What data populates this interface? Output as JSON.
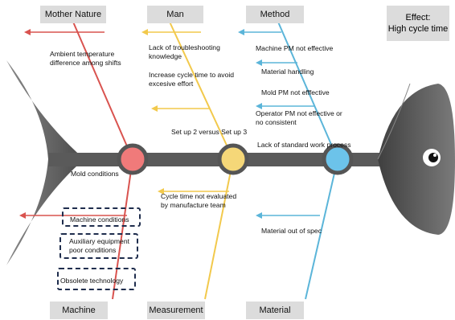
{
  "effect": {
    "line1": "Effect:",
    "line2": "High cycle time"
  },
  "categories": {
    "mother_nature": "Mother Nature",
    "man": "Man",
    "method": "Method",
    "machine": "Machine",
    "measurement": "Measurement",
    "material": "Material"
  },
  "causes": {
    "ambient": "Ambient temperature difference among shifts",
    "lack_troubleshooting": "Lack of troubleshooting knowledge",
    "increase_cycle": "Increase cycle time to avoid excesive effort",
    "setup": "Set up 2 versus Set up  3",
    "machine_pm": "Machine PM not effective",
    "material_handling": "Material handling",
    "mold_pm": "Mold PM not efffective",
    "operator_pm": "Operator PM not effective or no consistent",
    "lack_standard": "Lack of standard work process",
    "mold_conditions": "Mold conditions",
    "machine_conditions": "Machine conditions",
    "auxiliary": "Auxiliary equipment poor conditions",
    "obsolete": "Obsolete technology",
    "cycle_not_evaluated": "Cycle time not evaluated by manufacture team",
    "material_spec": "Material out of spec"
  },
  "colors": {
    "red": "#d9534f",
    "yellow": "#f2c94c",
    "blue": "#5bb5d9",
    "fish": "#5a5a5a",
    "circle_red": "#f07a7a",
    "circle_yellow": "#f5d778",
    "circle_blue": "#6cc3ea"
  }
}
